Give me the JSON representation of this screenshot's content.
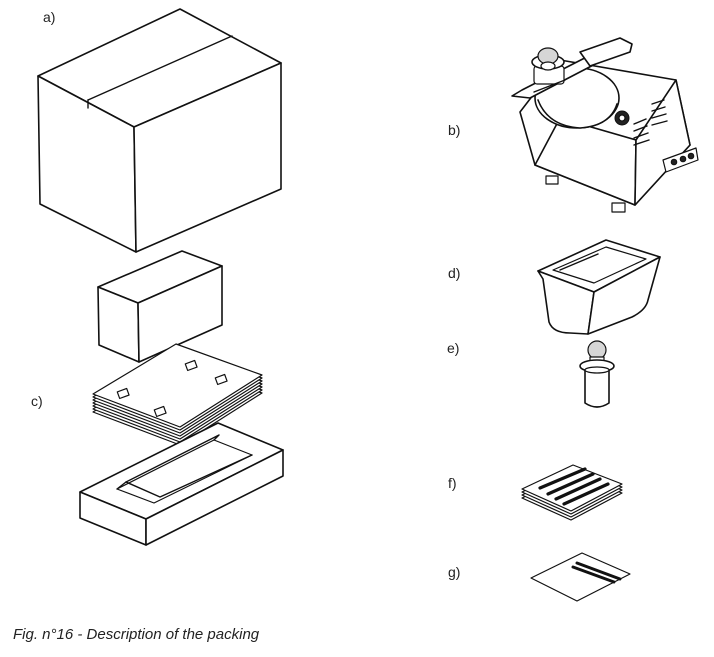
{
  "labels": {
    "a": "a)",
    "b": "b)",
    "c": "c)",
    "d": "d)",
    "e": "e)",
    "f": "f)",
    "g": "g)"
  },
  "caption": "Fig. n°16 - Description of the packing"
}
